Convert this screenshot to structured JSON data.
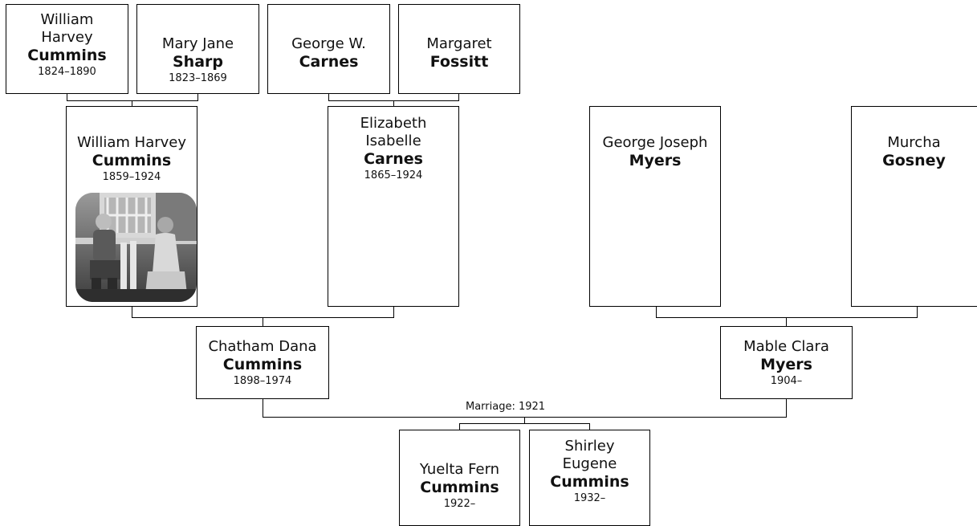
{
  "people": {
    "gp1": {
      "given": "William Harvey",
      "surname": "Cummins",
      "dates": "1824–1890"
    },
    "gp2": {
      "given": "Mary Jane",
      "surname": "Sharp",
      "dates": "1823–1869"
    },
    "gp3": {
      "given": "George W.",
      "surname": "Carnes",
      "dates": ""
    },
    "gp4": {
      "given": "Margaret",
      "surname": "Fossitt",
      "dates": ""
    },
    "p1": {
      "given": "William Harvey",
      "surname": "Cummins",
      "dates": "1859–1924"
    },
    "p2": {
      "given": "Elizabeth Isabelle",
      "surname": "Carnes",
      "dates": "1865–1924"
    },
    "p3": {
      "given": "George Joseph",
      "surname": "Myers",
      "dates": ""
    },
    "p4": {
      "given": "Murcha",
      "surname": "Gosney",
      "dates": ""
    },
    "f1": {
      "given": "Chatham Dana",
      "surname": "Cummins",
      "dates": "1898–1974"
    },
    "m1": {
      "given": "Mable Clara",
      "surname": "Myers",
      "dates": "1904–"
    },
    "c1": {
      "given": "Yuelta Fern",
      "surname": "Cummins",
      "dates": "1922–"
    },
    "c2": {
      "given": "Shirley Eugene",
      "surname": "Cummins",
      "dates": "1932–"
    }
  },
  "marriage_label": "Marriage: 1921",
  "colors": {
    "border": "#000000",
    "line": "#000000",
    "background": "#ffffff"
  }
}
